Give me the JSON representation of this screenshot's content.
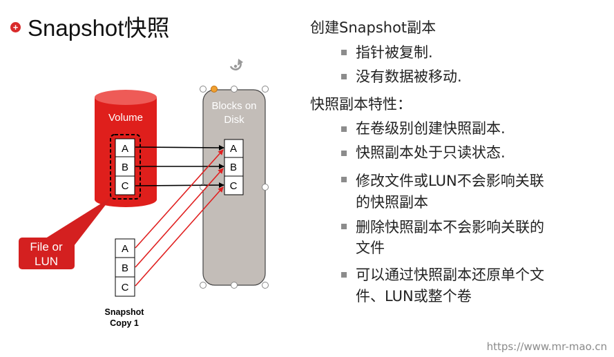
{
  "title": "Snapshot快照",
  "diagram": {
    "volume_label": "Volume",
    "disk_label_line1": "Blocks on",
    "disk_label_line2": "Disk",
    "volume_blocks": [
      "A",
      "B",
      "C"
    ],
    "disk_blocks": [
      "A",
      "B",
      "C"
    ],
    "snapshot_blocks": [
      "A",
      "B",
      "C"
    ],
    "callout_line1": "File or",
    "callout_line2": "LUN",
    "snapshot_label_line1": "Snapshot",
    "snapshot_label_line2": "Copy 1",
    "colors": {
      "accent_red": "#e0201c",
      "callout_red": "#d42020",
      "disk_gray": "#c3bdb8",
      "arrow_red": "#e02020"
    }
  },
  "bullets": {
    "heading1": "创建Snapshot副本",
    "items1": [
      "指针被复制.",
      "没有数据被移动."
    ],
    "heading2": "快照副本特性：",
    "items2": [
      {
        "line1": "在卷级别创建快照副本.",
        "line2": ""
      },
      {
        "line1": "快照副本处于只读状态.",
        "line2": ""
      },
      {
        "line1": "修改文件或LUN不会影响关联",
        "line2": "的快照副本"
      },
      {
        "line1": "删除快照副本不会影响关联的",
        "line2": "文件"
      },
      {
        "line1": "可以通过快照副本还原单个文",
        "line2": "件、LUN或整个卷"
      }
    ]
  },
  "watermark": "https://www.mr-mao.cn"
}
